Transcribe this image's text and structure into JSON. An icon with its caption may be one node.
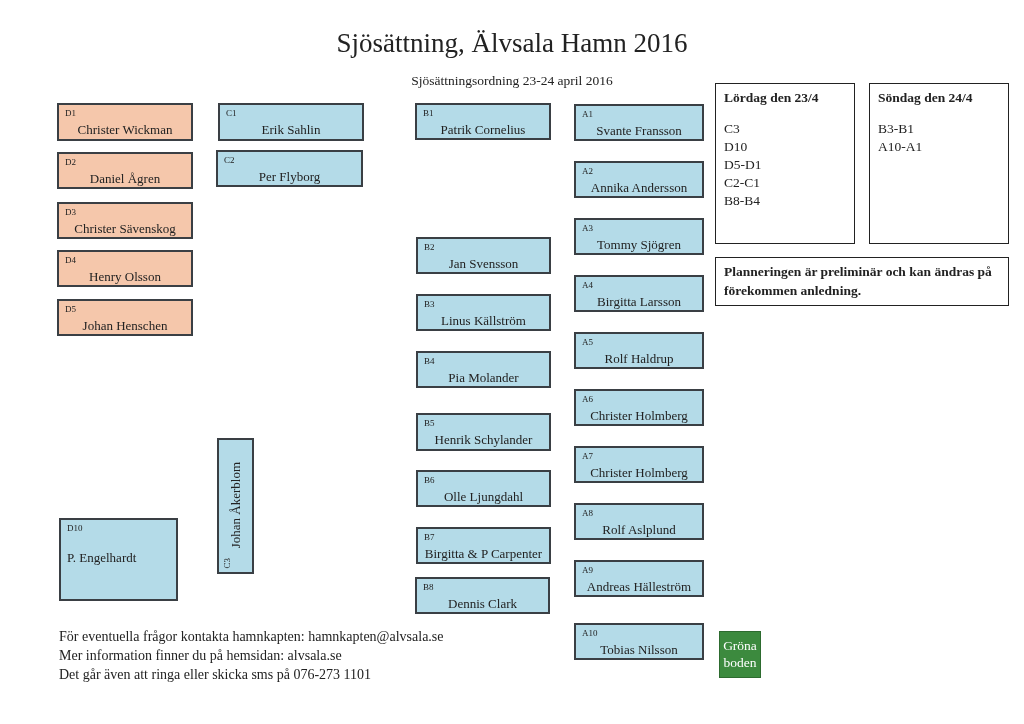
{
  "diagram": {
    "title": "Sjösättning, Älvsala Hamn 2016",
    "nodes": [
      {
        "text": [
          "D1",
          "Christer Wickman"
        ]
      },
      {
        "text": [
          "D2",
          "Daniel Ågren"
        ]
      },
      {
        "text": [
          "D3",
          "Christer Sävenskog"
        ]
      },
      {
        "text": [
          "D4",
          "Henry Olsson"
        ]
      },
      {
        "text": [
          "D5",
          "Johan Henschen"
        ]
      },
      {
        "text": [
          "C1",
          "Erik Sahlin"
        ]
      },
      {
        "text": [
          "C2",
          "Per Flyborg"
        ]
      },
      {
        "text": [
          "C3",
          "Johan Åkerblom"
        ]
      },
      {
        "text": [
          "D10",
          "P. Engelhardt"
        ]
      },
      {
        "text": [
          "B1",
          "Patrik Cornelius"
        ]
      },
      {
        "text": [
          "B2",
          "Jan Svensson"
        ]
      },
      {
        "text": [
          "B3",
          "Linus Källström"
        ]
      },
      {
        "text": [
          "B4",
          "Pia Molander"
        ]
      },
      {
        "text": [
          "B5",
          "Henrik Schylander"
        ]
      },
      {
        "text": [
          "B6",
          "Olle Ljungdahl"
        ]
      },
      {
        "text": [
          "B7",
          "Birgitta & P Carpenter"
        ]
      },
      {
        "text": [
          "B8",
          "Dennis Clark"
        ]
      },
      {
        "text": [
          "A1",
          "Svante Fransson"
        ]
      },
      {
        "text": [
          "A2",
          "Annika Andersson"
        ]
      },
      {
        "text": [
          "A3",
          "Tommy Sjögren"
        ]
      },
      {
        "text": [
          "A4",
          "Birgitta Larsson"
        ]
      },
      {
        "text": [
          "A5",
          "Rolf Haldrup"
        ]
      },
      {
        "text": [
          "A6",
          "Christer Holmberg"
        ]
      },
      {
        "text": [
          "A7",
          "Christer Holmberg"
        ]
      },
      {
        "text": [
          "A8",
          "Rolf Aslplund"
        ]
      },
      {
        "text": [
          "A9",
          "Andreas Hälleström"
        ]
      },
      {
        "text": [
          "A10",
          "Tobias Nilsson"
        ]
      },
      {
        "text": [
          "Lördag den 23/4",
          "C3",
          "D10",
          "D5-D1",
          "C2-C1",
          "B8-B4"
        ]
      },
      {
        "text": [
          "Söndag den 24/4",
          "B3-B1",
          "A10-A1"
        ]
      },
      {
        "text": [
          "Planneringen är preliminär och kan ändras på förekommen anledning."
        ]
      },
      {
        "text": [
          "Gröna boden"
        ]
      }
    ],
    "labels": [
      "Sjösättningsordning 23-24 april 2016",
      "För eventuella frågor kontakta hamnkapten: hamnkapten@alvsala.se",
      "Mer information finner du på hemsidan: alvsala.se",
      "Det går även att ringa eller skicka sms på 076-273 1101"
    ]
  }
}
